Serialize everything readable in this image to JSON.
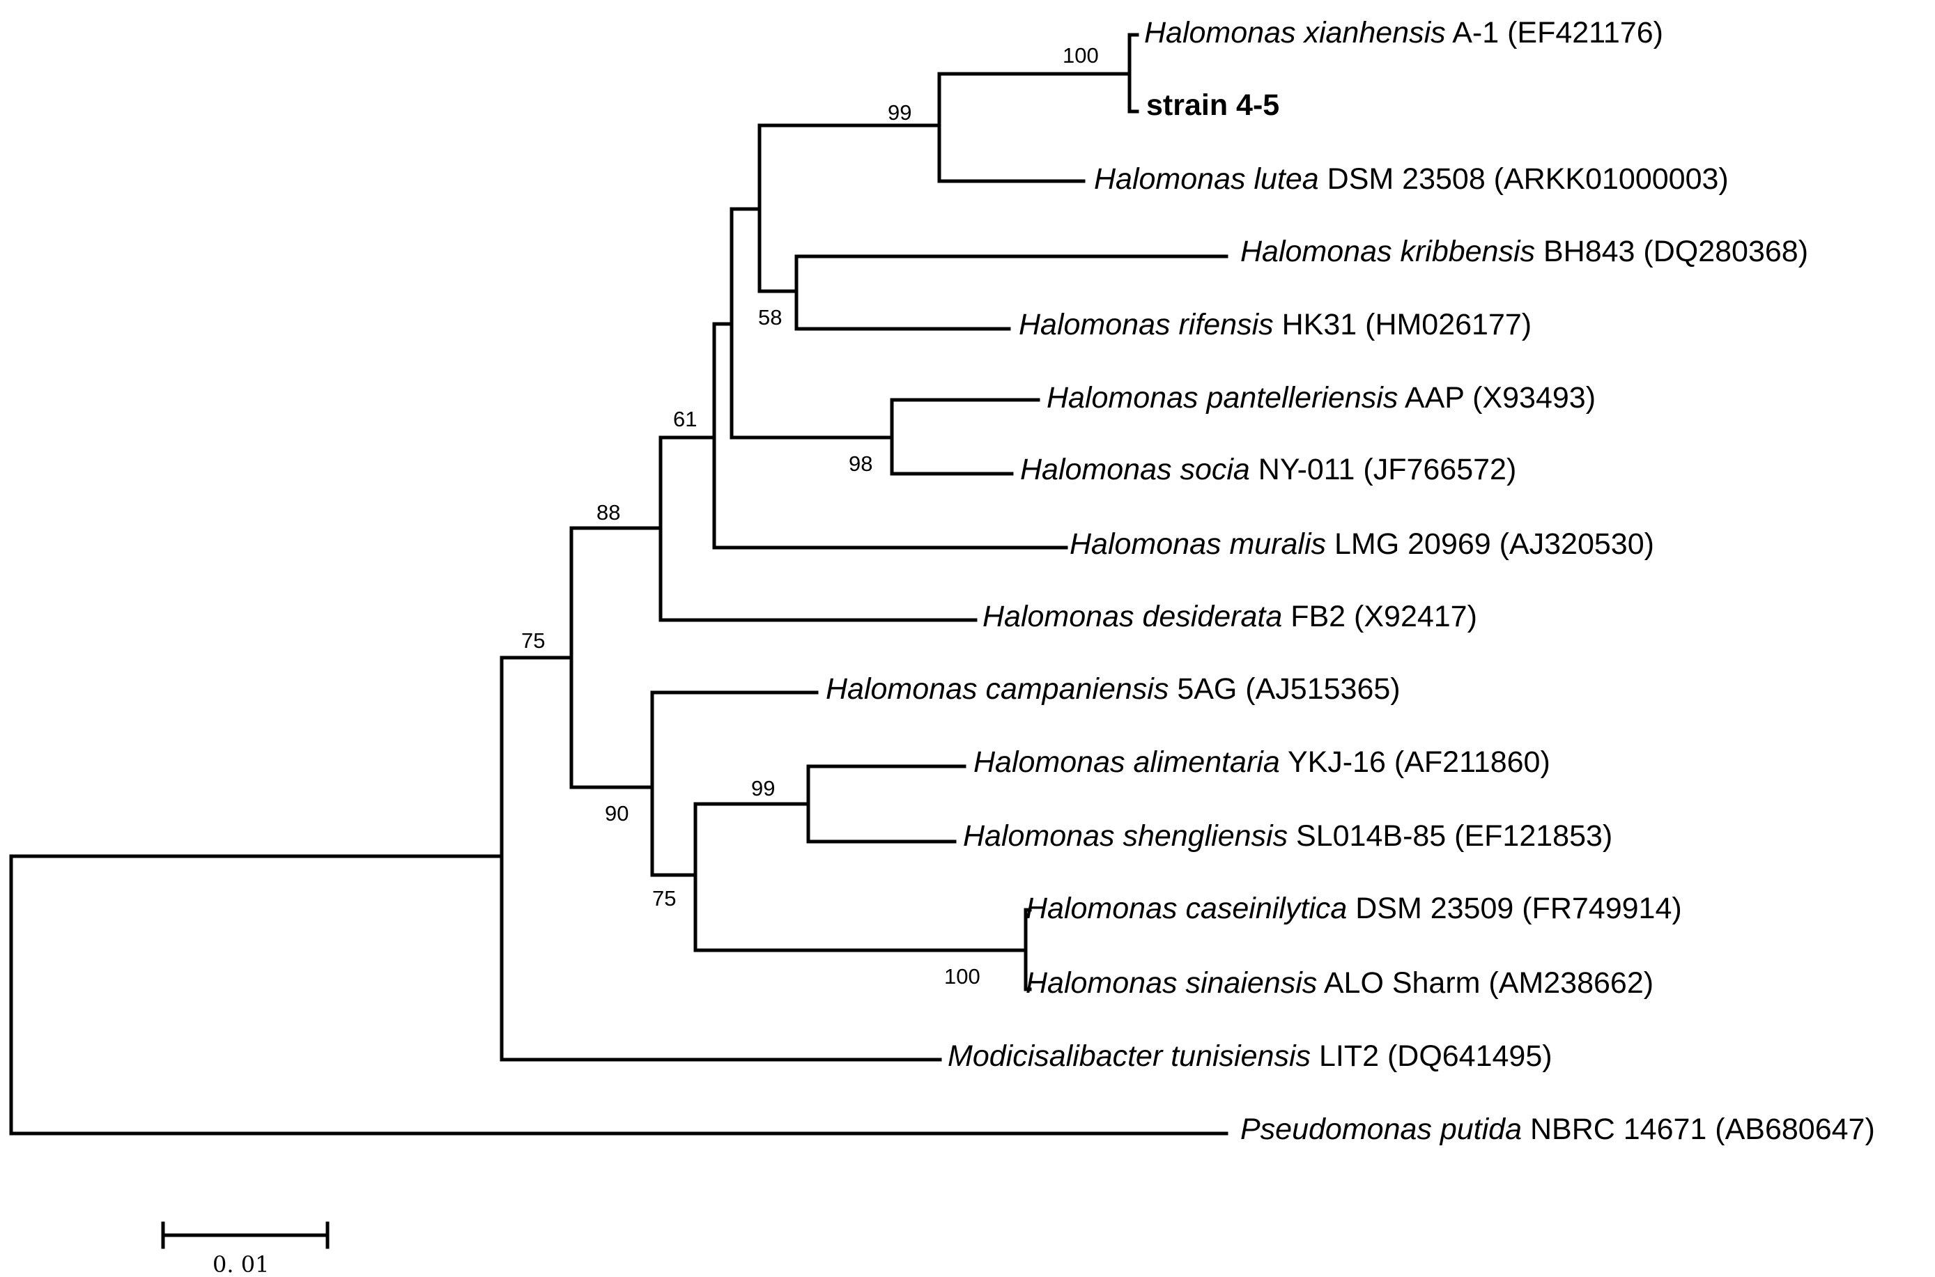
{
  "taxa": {
    "xianhensis": {
      "genus_species": "Halomonas xianhensis",
      "strain": "A-1 (EF421176)"
    },
    "strain45": {
      "name": "strain 4-5"
    },
    "lutea": {
      "genus_species": "Halomonas lutea",
      "strain": "DSM 23508 (ARKK01000003)"
    },
    "kribbensis": {
      "genus_species": "Halomonas kribbensis",
      "strain": "BH843 (DQ280368)"
    },
    "rifensis": {
      "genus_species": "Halomonas rifensis",
      "strain": "HK31 (HM026177)"
    },
    "pantelleriensis": {
      "genus_species": "Halomonas pantelleriensis",
      "strain": "AAP (X93493)"
    },
    "socia": {
      "genus_species": "Halomonas socia",
      "strain": "NY-011 (JF766572)"
    },
    "muralis": {
      "genus_species": "Halomonas muralis",
      "strain": "LMG 20969 (AJ320530)"
    },
    "desiderata": {
      "genus_species": "Halomonas desiderata",
      "strain": "FB2 (X92417)"
    },
    "campaniensis": {
      "genus_species": "Halomonas campaniensis",
      "strain": "5AG (AJ515365)"
    },
    "alimentaria": {
      "genus_species": "Halomonas alimentaria",
      "strain": "YKJ-16 (AF211860)"
    },
    "shengliensis": {
      "genus_species": "Halomonas shengliensis",
      "strain": "SL014B-85 (EF121853)"
    },
    "caseinilytica": {
      "genus_species": "Halomonas caseinilytica",
      "strain": "DSM 23509 (FR749914)"
    },
    "sinaiensis": {
      "genus_species": "Halomonas sinaiensis",
      "strain": "ALO Sharm  (AM238662)"
    },
    "modicisalibacter": {
      "genus_species": "Modicisalibacter tunisiensis",
      "strain": "LIT2 (DQ641495)"
    },
    "pseudomonas": {
      "genus_species": "Pseudomonas putida",
      "strain": "NBRC 14671 (AB680647)"
    }
  },
  "support": {
    "n100_top": "100",
    "n99_top": "99",
    "n58": "58",
    "n98": "98",
    "n61": "61",
    "n88": "88",
    "n75_top": "75",
    "n90": "90",
    "n99_bottom": "99",
    "n75_bottom": "75",
    "n100_bottom": "100"
  },
  "scale_bar": {
    "label": "0. 01"
  }
}
